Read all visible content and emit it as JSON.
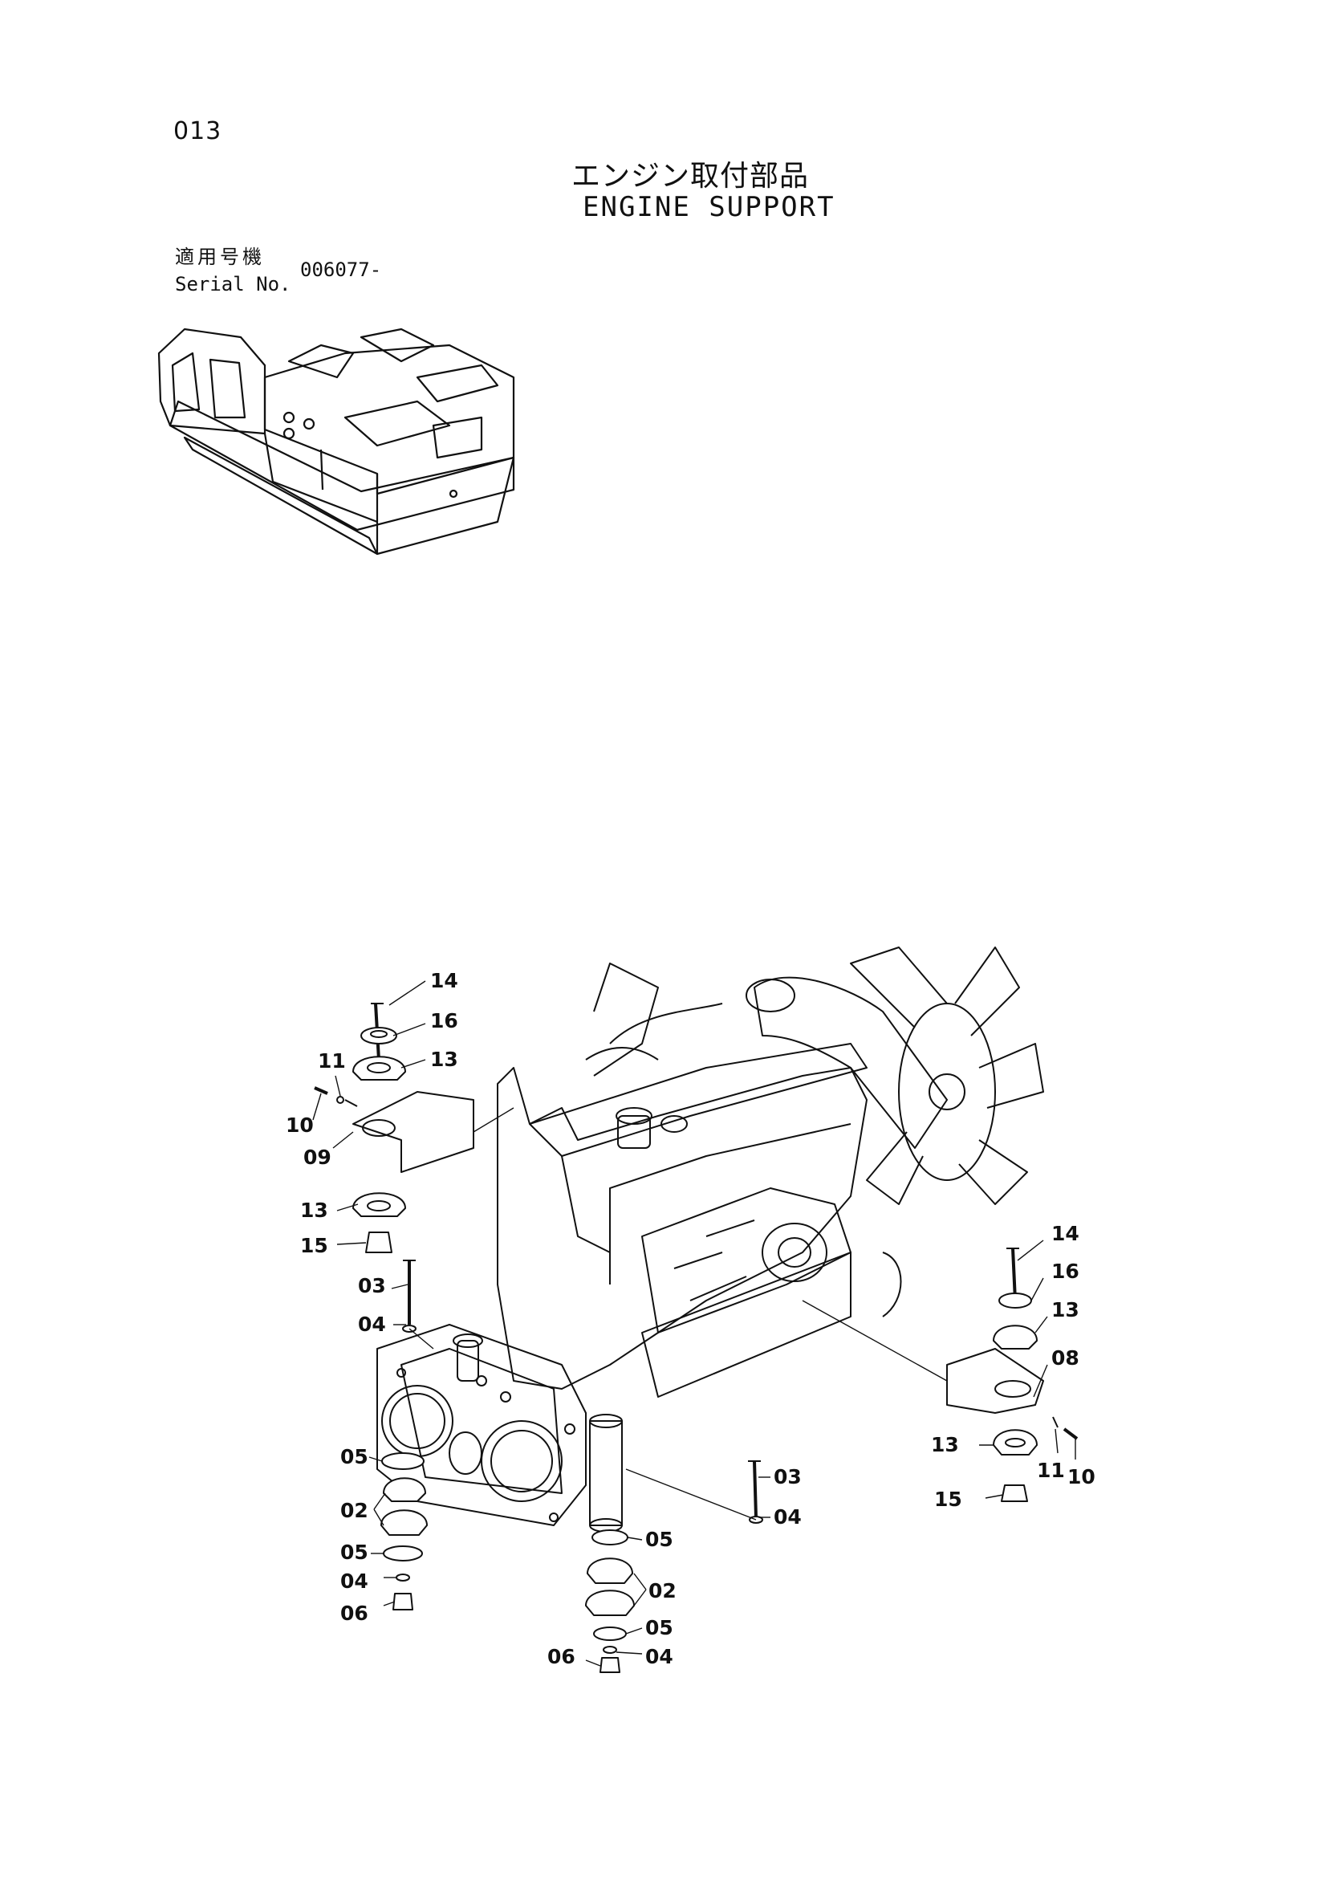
{
  "header": {
    "page_number": "013",
    "title_jp": "エンジン取付部品",
    "title_en": "ENGINE SUPPORT",
    "serial_label_jp": "適用号機",
    "serial_label_en": "Serial No.",
    "serial_value": "006077-"
  },
  "callouts": [
    "14",
    "16",
    "13",
    "11",
    "10",
    "09",
    "13",
    "15",
    "03",
    "04",
    "05",
    "02",
    "05",
    "04",
    "06",
    "03",
    "04",
    "05",
    "02",
    "05",
    "06",
    "04",
    "14",
    "16",
    "13",
    "08",
    "13",
    "11",
    "10",
    "15"
  ]
}
